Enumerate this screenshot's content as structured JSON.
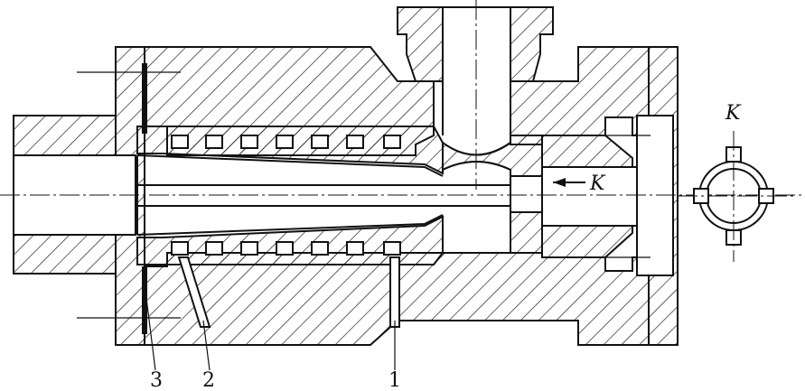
{
  "labels": {
    "part_1": "1",
    "part_2": "2",
    "part_3": "3",
    "view_k": "K",
    "arrow_k": "K"
  }
}
